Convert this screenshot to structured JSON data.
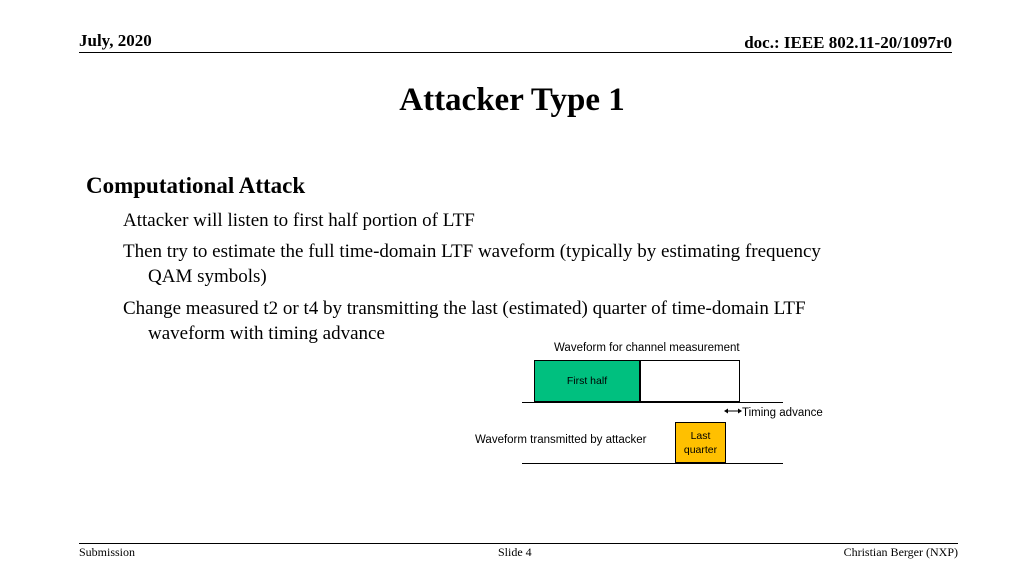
{
  "header": {
    "date": "July, 2020",
    "doc": "doc.: IEEE 802.11-20/1097r0"
  },
  "title": "Attacker Type 1",
  "section": {
    "heading": "Computational Attack",
    "bullets": [
      {
        "line1": "Attacker will listen to first half portion of LTF",
        "line2": ""
      },
      {
        "line1": "Then try to estimate the full time-domain LTF waveform (typically by estimating frequency",
        "line2": "QAM symbols)"
      },
      {
        "line1": "Change measured t2 or t4 by transmitting the last (estimated) quarter of time-domain LTF",
        "line2": "waveform with timing advance"
      }
    ]
  },
  "diagram": {
    "measurement_label": "Waveform for channel measurement",
    "first_half_label": "First half",
    "timing_advance_label": "Timing advance",
    "attacker_label": "Waveform transmitted by attacker",
    "last_quarter_line1": "Last",
    "last_quarter_line2": "quarter",
    "colors": {
      "first_half": "#00c07f",
      "last_quarter": "#ffc000"
    },
    "icons": {
      "timing": "double-arrow-icon"
    }
  },
  "footer": {
    "left": "Submission",
    "center": "Slide 4",
    "right": "Christian Berger (NXP)"
  }
}
